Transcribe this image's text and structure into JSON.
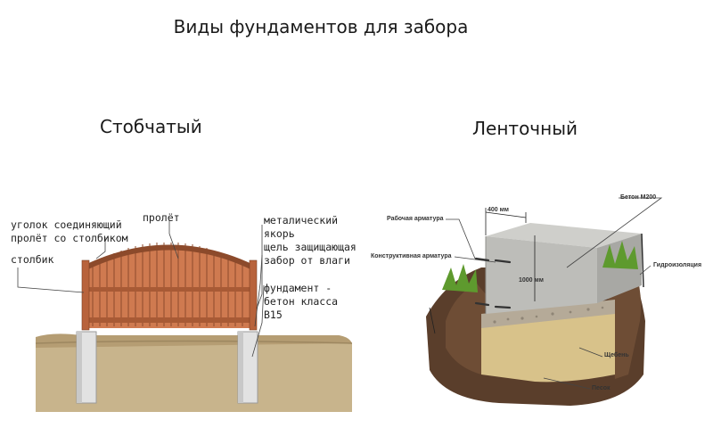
{
  "title": "Виды фундаментов для забора",
  "left": {
    "heading": "Стобчатый",
    "labels": {
      "corner": "уголок соединяющий\nпролёт со столбиком",
      "post": "столбик",
      "span": "пролёт",
      "anchor": "металический\nякорь",
      "gap": "щель защищающая\nзабор от влаги",
      "foundation": "фундамент -\nбетон класса\nВ15"
    }
  },
  "right": {
    "heading": "Ленточный",
    "labels": {
      "width": "400 мм",
      "height": "1000 мм",
      "concrete": "Бетон М200",
      "working_rebar": "Рабочая арматура",
      "structural_rebar": "Конструктивная арматура",
      "waterproofing": "Гидроизоляция",
      "gravel": "Щебень",
      "sand": "Песок"
    }
  },
  "colors": {
    "fence_wood": "#c9764e",
    "fence_dark": "#8c4a2b",
    "soil_tan": "#c8b48c",
    "post_concrete": "#dcdcdc",
    "concrete_block": "#b9b9b6",
    "soil_brown": "#5a3e2b",
    "sand": "#d8c28a",
    "gravel": "#b5aa98",
    "grass": "#5e9a2e"
  }
}
